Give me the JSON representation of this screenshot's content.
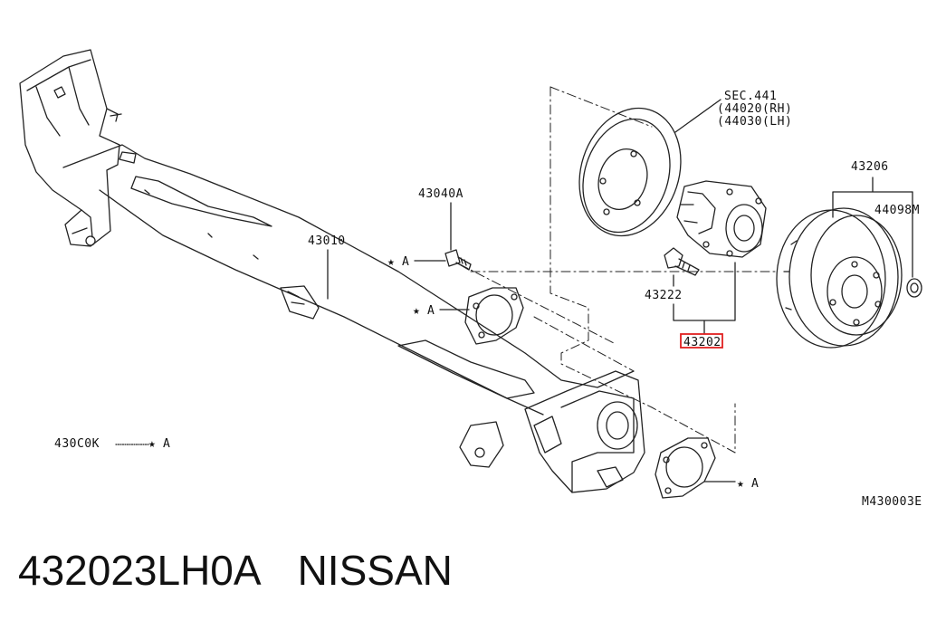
{
  "labels": {
    "sec441": "SEC.441",
    "rh": "(44020(RH)",
    "lh": "(44030(LH)",
    "p43206": "43206",
    "p44098m": "44098M",
    "p43040a": "43040A",
    "p43010": "43010",
    "p43222": "43222",
    "p43202": "43202",
    "p430c0k": "430C0K",
    "mark_a": "A",
    "star": "★",
    "drawing_no": "M430003E"
  },
  "caption": {
    "part_number": "432023LH0A",
    "brand": "NISSAN"
  },
  "colors": {
    "line": "#222222",
    "highlight": "#e02020"
  }
}
